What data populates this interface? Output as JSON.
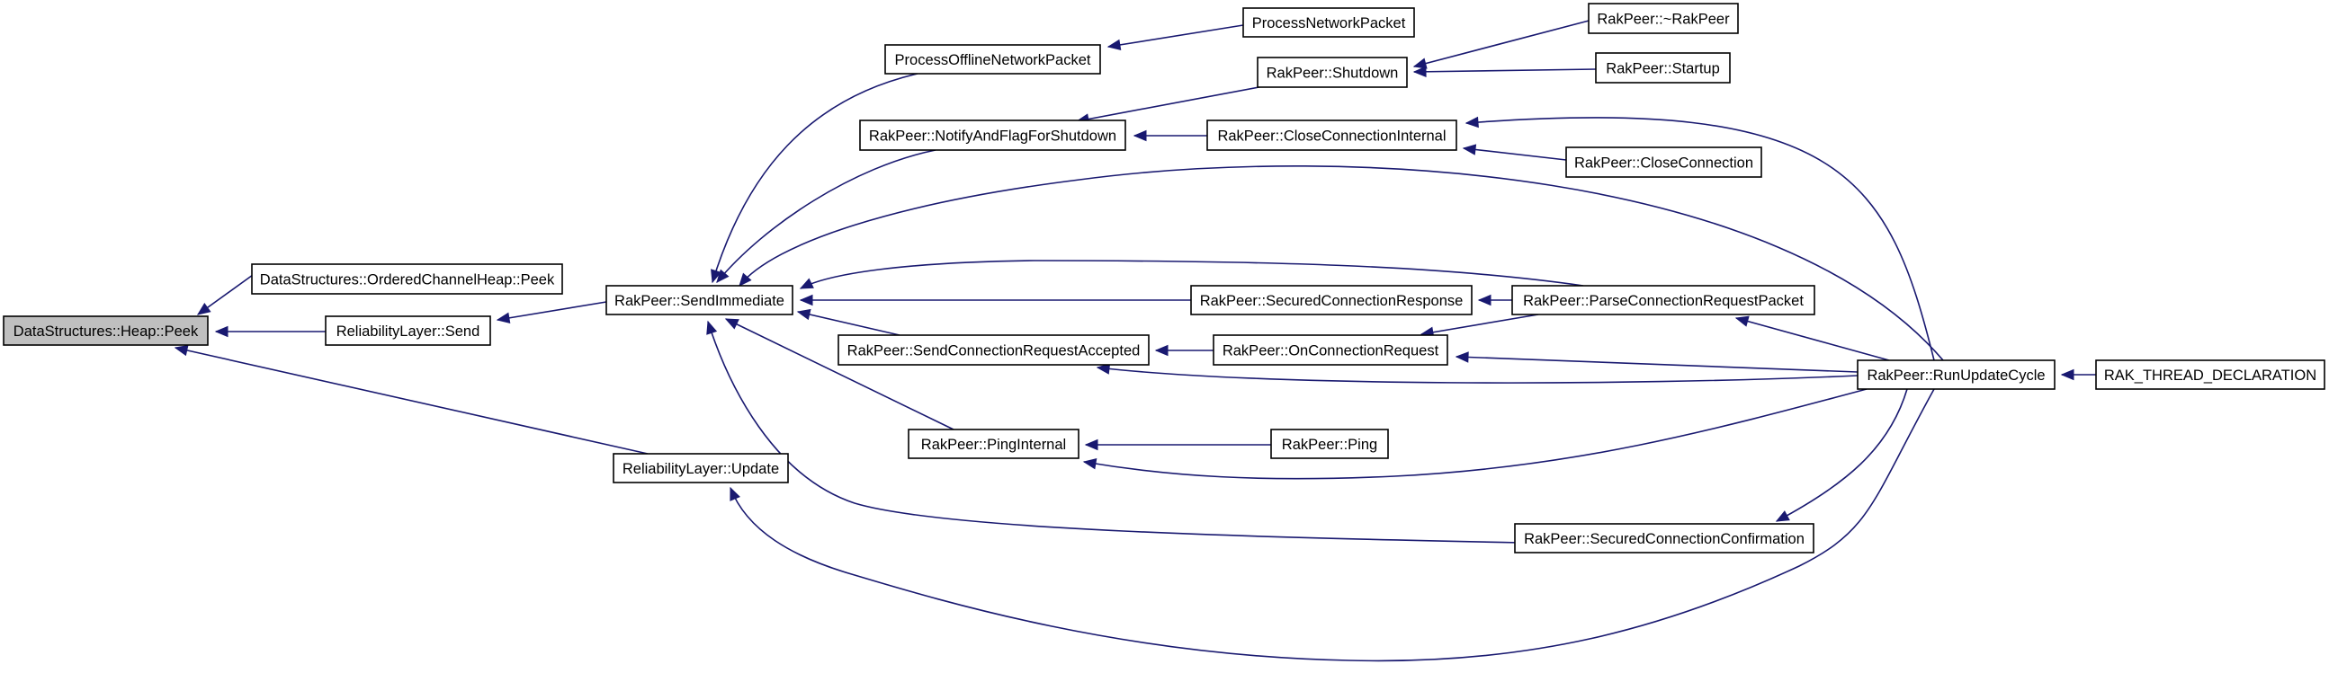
{
  "colors": {
    "edge": "#191970",
    "root_fill": "#bfbfbf",
    "node_fill": "#ffffff",
    "node_border": "#000000"
  },
  "nodes": [
    {
      "id": "heap_peek",
      "label": "DataStructures::Heap::Peek",
      "root": true
    },
    {
      "id": "och_peek",
      "label": "DataStructures::OrderedChannelHeap::Peek"
    },
    {
      "id": "rl_send",
      "label": "ReliabilityLayer::Send"
    },
    {
      "id": "rl_update",
      "label": "ReliabilityLayer::Update"
    },
    {
      "id": "send_immediate",
      "label": "RakPeer::SendImmediate"
    },
    {
      "id": "process_offline",
      "label": "ProcessOfflineNetworkPacket"
    },
    {
      "id": "notify_flag",
      "label": "RakPeer::NotifyAndFlagForShutdown"
    },
    {
      "id": "send_conn_req_acc",
      "label": "RakPeer::SendConnectionRequestAccepted"
    },
    {
      "id": "ping_internal",
      "label": "RakPeer::PingInternal"
    },
    {
      "id": "process_network",
      "label": "ProcessNetworkPacket"
    },
    {
      "id": "shutdown",
      "label": "RakPeer::Shutdown"
    },
    {
      "id": "close_conn_internal",
      "label": "RakPeer::CloseConnectionInternal"
    },
    {
      "id": "secured_conn_resp",
      "label": "RakPeer::SecuredConnectionResponse"
    },
    {
      "id": "on_conn_req",
      "label": "RakPeer::OnConnectionRequest"
    },
    {
      "id": "ping",
      "label": "RakPeer::Ping"
    },
    {
      "id": "dtor",
      "label": "RakPeer::~RakPeer"
    },
    {
      "id": "startup",
      "label": "RakPeer::Startup"
    },
    {
      "id": "close_conn",
      "label": "RakPeer::CloseConnection"
    },
    {
      "id": "parse_conn_req",
      "label": "RakPeer::ParseConnectionRequestPacket"
    },
    {
      "id": "secured_conn_conf",
      "label": "RakPeer::SecuredConnectionConfirmation"
    },
    {
      "id": "run_update",
      "label": "RakPeer::RunUpdateCycle"
    },
    {
      "id": "thread_decl",
      "label": "RAK_THREAD_DECLARATION"
    }
  ],
  "edges": [
    {
      "from": "och_peek",
      "to": "heap_peek"
    },
    {
      "from": "rl_send",
      "to": "heap_peek"
    },
    {
      "from": "rl_update",
      "to": "heap_peek"
    },
    {
      "from": "send_immediate",
      "to": "rl_send"
    },
    {
      "from": "process_offline",
      "to": "send_immediate"
    },
    {
      "from": "notify_flag",
      "to": "send_immediate"
    },
    {
      "from": "run_update",
      "to": "send_immediate"
    },
    {
      "from": "parse_conn_req",
      "to": "send_immediate"
    },
    {
      "from": "secured_conn_resp",
      "to": "send_immediate"
    },
    {
      "from": "send_conn_req_acc",
      "to": "send_immediate"
    },
    {
      "from": "ping_internal",
      "to": "send_immediate"
    },
    {
      "from": "secured_conn_conf",
      "to": "send_immediate"
    },
    {
      "from": "process_network",
      "to": "process_offline"
    },
    {
      "from": "shutdown",
      "to": "notify_flag"
    },
    {
      "from": "close_conn_internal",
      "to": "notify_flag"
    },
    {
      "from": "dtor",
      "to": "shutdown"
    },
    {
      "from": "startup",
      "to": "shutdown"
    },
    {
      "from": "run_update",
      "to": "close_conn_internal"
    },
    {
      "from": "close_conn",
      "to": "close_conn_internal"
    },
    {
      "from": "parse_conn_req",
      "to": "secured_conn_resp"
    },
    {
      "from": "on_conn_req",
      "to": "send_conn_req_acc"
    },
    {
      "from": "run_update",
      "to": "send_conn_req_acc"
    },
    {
      "from": "parse_conn_req",
      "to": "on_conn_req"
    },
    {
      "from": "run_update",
      "to": "on_conn_req"
    },
    {
      "from": "ping",
      "to": "ping_internal"
    },
    {
      "from": "run_update",
      "to": "ping_internal"
    },
    {
      "from": "run_update",
      "to": "parse_conn_req"
    },
    {
      "from": "run_update",
      "to": "secured_conn_conf"
    },
    {
      "from": "run_update",
      "to": "rl_update"
    },
    {
      "from": "thread_decl",
      "to": "run_update"
    }
  ]
}
